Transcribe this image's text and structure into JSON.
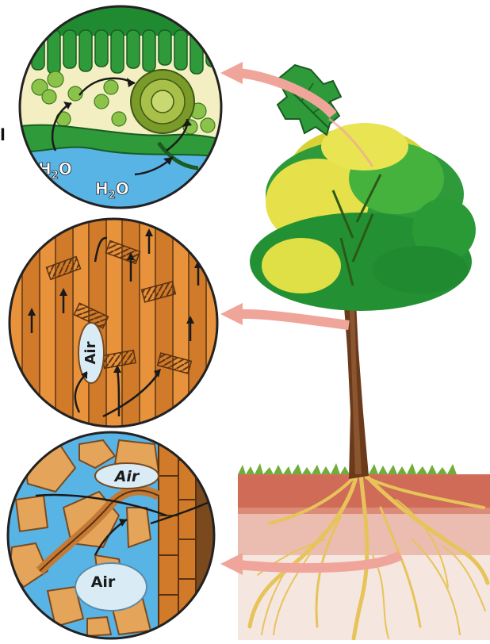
{
  "labels": {
    "edge_fragment": "l",
    "leaf_h2o_1": "H",
    "leaf_h2o_1_sub": "2",
    "leaf_h2o_1_end": "O",
    "leaf_h2o_2": "H",
    "leaf_h2o_2_sub": "2",
    "leaf_h2o_2_end": "O",
    "stem_air": "Air",
    "root_air_1": "Air",
    "root_air_2": "Air"
  },
  "colors": {
    "leaf_green": "#2e9a3a",
    "leaf_light": "#f3efc2",
    "water_blue": "#59b4e6",
    "wood_orange": "#e8923c",
    "wood_dark": "#7a4a1e",
    "soil_red": "#c9553e",
    "arrow_pink": "#f0a59b",
    "root_yellow": "#e7c45a"
  }
}
